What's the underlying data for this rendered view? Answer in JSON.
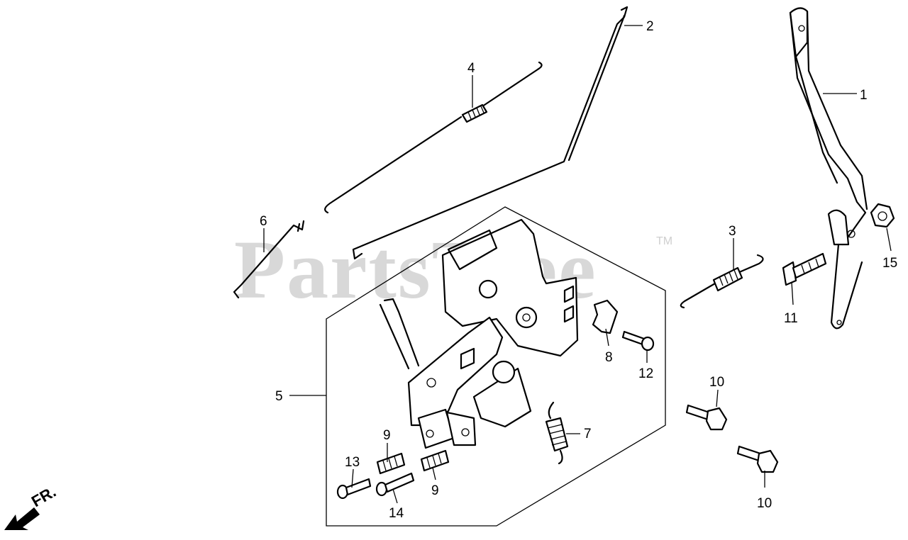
{
  "watermark": {
    "text": "PartsTree",
    "tm": "TM"
  },
  "direction_label": "FR.",
  "callouts": {
    "c1": "1",
    "c2": "2",
    "c3": "3",
    "c4": "4",
    "c5": "5",
    "c6": "6",
    "c7": "7",
    "c8": "8",
    "c9a": "9",
    "c9b": "9",
    "c10a": "10",
    "c10b": "10",
    "c11": "11",
    "c12": "12",
    "c13": "13",
    "c14": "14",
    "c15": "15"
  }
}
